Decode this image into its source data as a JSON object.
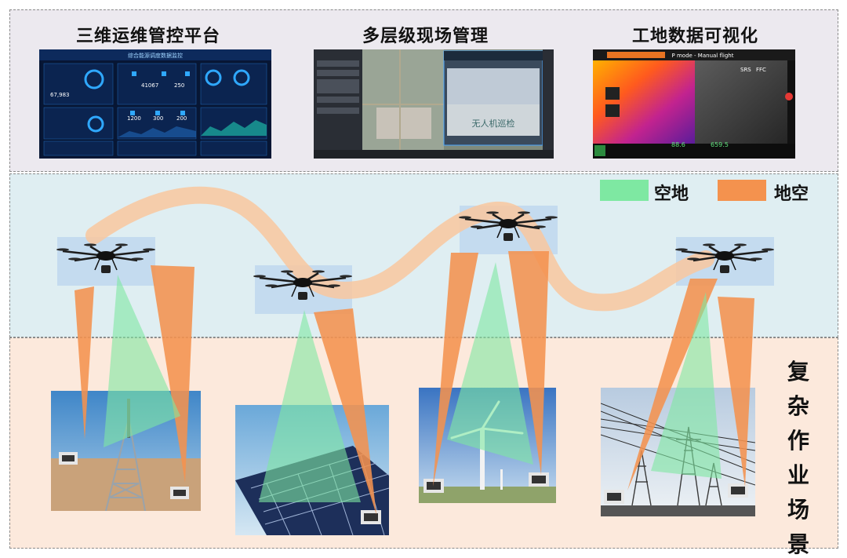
{
  "top_section": {
    "items": [
      {
        "caption": "三维运维管控平台"
      },
      {
        "caption": "多层级现场管理"
      },
      {
        "caption": "工地数据可视化"
      }
    ],
    "ops_dashboard": {
      "title": "综合能源调度数据监控",
      "metrics": [
        "67,983",
        "41067",
        "250",
        "1200",
        "300",
        "200"
      ]
    },
    "multi_level": {
      "ground_text": "无人机巡检"
    },
    "thermal": {
      "mode_label": "P mode - Manual flight",
      "readouts": [
        "88.6",
        "659.5"
      ],
      "tags": [
        "SRS",
        "FFC"
      ]
    }
  },
  "legend": {
    "items": [
      {
        "label": "空地",
        "color": "#7ee8a2"
      },
      {
        "label": "地空",
        "color": "#f4924e"
      }
    ]
  },
  "scene_label": [
    "复",
    "杂",
    "作",
    "业",
    "场",
    "景"
  ],
  "colors": {
    "air_ground": "#7ee8a2",
    "ground_air": "#f4924e",
    "flight_path": "#f9c79f",
    "sky_bg": "#dfeef2",
    "ground_bg": "#fce9dc"
  },
  "scenes": [
    {
      "name": "tower"
    },
    {
      "name": "solar-panels"
    },
    {
      "name": "wind-turbine"
    },
    {
      "name": "power-lines"
    }
  ]
}
